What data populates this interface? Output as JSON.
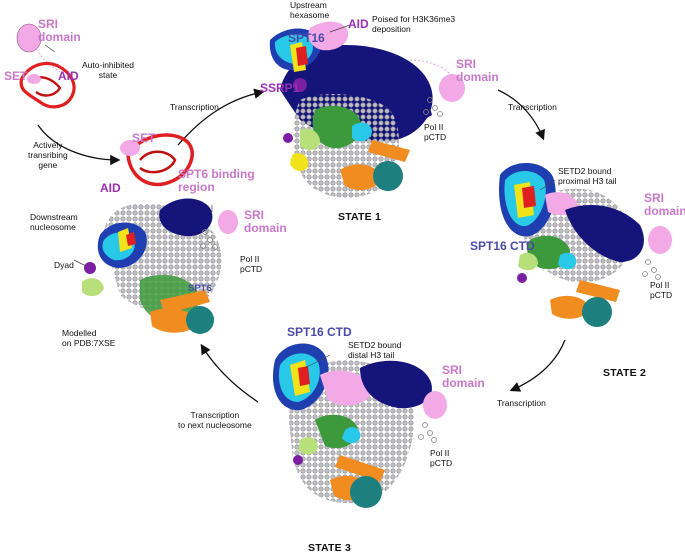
{
  "colors": {
    "histone_gray": "#b9b9bd",
    "dna_blue": "#1f3fb0",
    "dna_cyan": "#28c8e8",
    "yellow": "#f2e21a",
    "green": "#3c9a3c",
    "light_green": "#b8e07a",
    "orange": "#f08c20",
    "teal": "#1e7f7f",
    "navy": "#14147a",
    "pink": "#f3a9e6",
    "red": "#e02020",
    "purple": "#7a1fa2",
    "label_pink": "#c878c8",
    "label_purple": "#9a2fb4",
    "label_blue": "#4a4aa8"
  },
  "auto": {
    "sri": "SRI\ndomain",
    "set": "SET",
    "aid": "AID",
    "state_text": "Auto-inhibited\nstate"
  },
  "active": {
    "label": "Actively\ntransribing\ngene",
    "set": "SET",
    "aid": "AID",
    "spt6_binding": "SPT6 binding\nregion",
    "sri": "SRI\ndomain",
    "downstream": "Downstream\nnucleosome",
    "dyad": "Dyad",
    "pol": "Pol II\npCTD",
    "spt6": "SPT6",
    "modelled": "Modelled\non PDB:7XSE"
  },
  "state1": {
    "upstream": "Upstream\nhexasome",
    "spt16": "SPT16",
    "aid": "AID",
    "poised": "Poised for H3K36me3\ndeposition",
    "ssrp1": "SSRP1",
    "sri": "SRI\ndomain",
    "pol": "Pol II\npCTD",
    "title": "STATE 1"
  },
  "state2": {
    "setd2": "SETD2 bound\nproximal H3 tail",
    "sri": "SRI\ndomain",
    "spt16ctd": "SPT16 CTD",
    "pol": "Pol II\npCTD",
    "title": "STATE 2"
  },
  "state3": {
    "spt16ctd": "SPT16 CTD",
    "setd2": "SETD2 bound\ndistal H3 tail",
    "sri": "SRI\ndomain",
    "pol": "Pol II\npCTD",
    "title": "STATE 3"
  },
  "arrows": {
    "a1": "Transcription",
    "a2": "Transcription",
    "a3": "Transcription",
    "a4": "Transcription\nto next nucleosome"
  }
}
